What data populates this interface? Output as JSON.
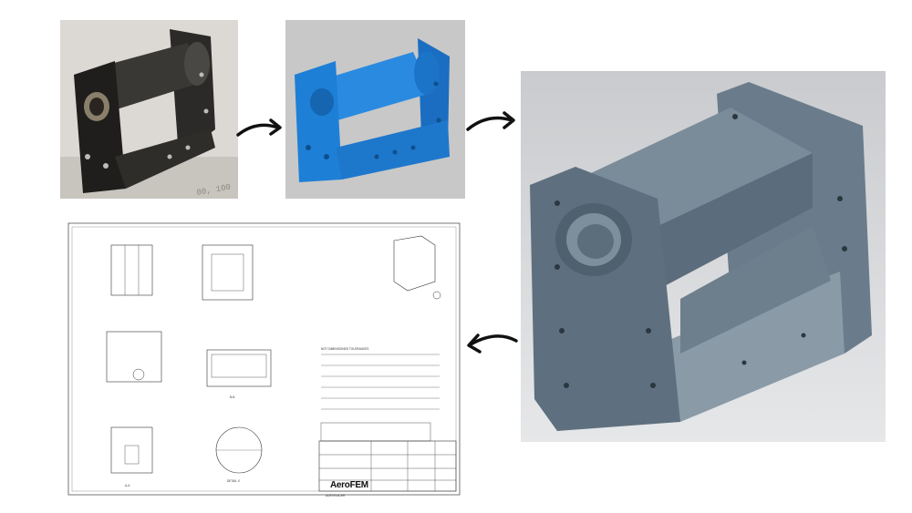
{
  "panels": {
    "photo": {
      "name": "worn-part-photo"
    },
    "scan": {
      "name": "3d-scan-model"
    },
    "cad": {
      "name": "cad-model"
    },
    "drawing": {
      "name": "technical-drawing"
    }
  },
  "drawing": {
    "section_labels": [
      "A-A",
      "B-B",
      "DETAIL X"
    ],
    "brand": "AeroFEM",
    "notes_header": "NOT DIMENSIONED TOLERANCES",
    "title_block_name": "AUSTIN ACER"
  },
  "colors": {
    "scan_blue": "#1e7fd6",
    "cad_gray": "#5e707f",
    "arrow": "#111111"
  },
  "icons": [
    "arrow-right-icon",
    "arrow-right-icon",
    "arrow-left-icon"
  ]
}
